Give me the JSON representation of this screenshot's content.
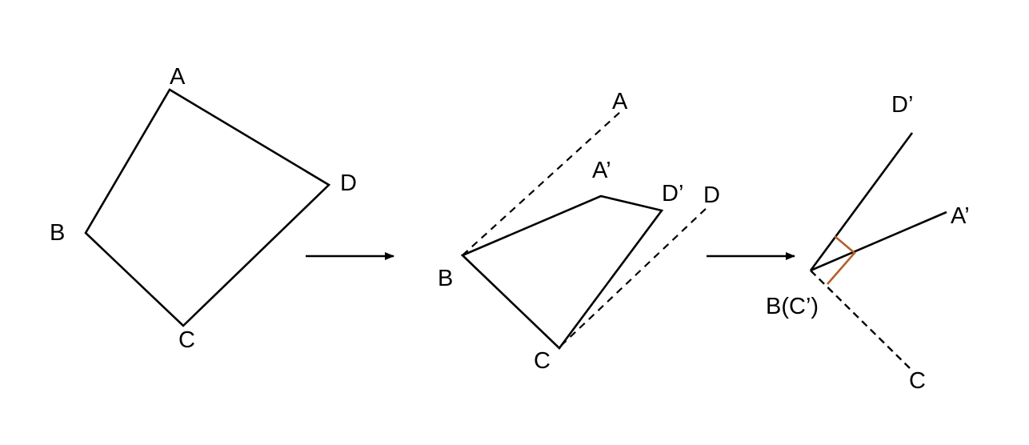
{
  "diagram": {
    "title": "",
    "colors": {
      "stroke": "#000000",
      "right_angle_marker": "#b5602a",
      "background": "#ffffff"
    },
    "figures": [
      {
        "id": "original",
        "labels": {
          "A": "A",
          "B": "B",
          "C": "C",
          "D": "D"
        },
        "edges": [
          "AB",
          "BC",
          "CD",
          "DA"
        ]
      },
      {
        "id": "folded",
        "labels": {
          "A": "A",
          "A_prime": "A’",
          "B": "B",
          "C": "C",
          "D": "D",
          "D_prime": "D’"
        },
        "edges": [
          "BA'",
          "A'D'",
          "D'C",
          "CB"
        ],
        "dashed_edges": [
          "BA",
          "CD"
        ]
      },
      {
        "id": "final",
        "labels": {
          "B_C_prime": "B(C’)",
          "D_prime": "D’",
          "A_prime": "A’",
          "C": "C"
        },
        "edges": [
          "B(C')D'",
          "B(C')A'"
        ],
        "dashed_edges": [
          "B(C')C"
        ],
        "markers": [
          "right-angle projection marker (brown)"
        ]
      }
    ],
    "arrows": [
      {
        "from": "original",
        "to": "folded"
      },
      {
        "from": "folded",
        "to": "final"
      }
    ]
  }
}
